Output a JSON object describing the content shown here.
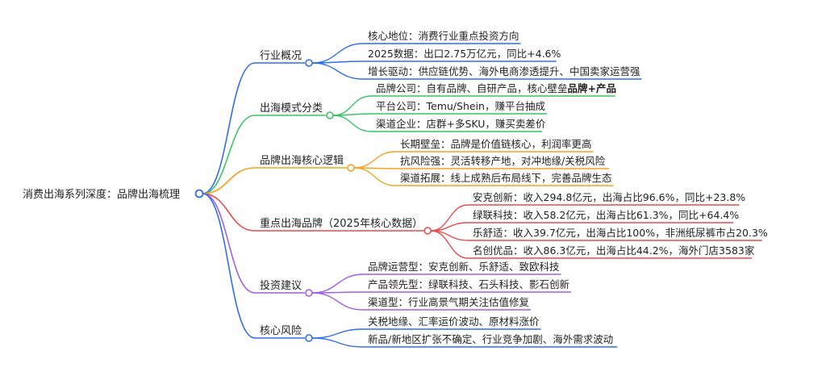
{
  "root": {
    "label": "消费出海系列深度：品牌出海梳理"
  },
  "branches": [
    {
      "id": "industry-overview",
      "label": "行业概况",
      "color": "#2f6fea",
      "leaves": [
        {
          "text": "核心地位：消费行业重点投资方向"
        },
        {
          "text": "2025数据：出口2.75万亿元，同比+4.6%"
        },
        {
          "text": "增长驱动：供应链优势、海外电商渗透提升、中国卖家运营强"
        }
      ]
    },
    {
      "id": "model-classification",
      "label": "出海模式分类",
      "color": "#3cc464",
      "leaves": [
        {
          "text": "品牌公司：自有品牌、自研产品，核心壁垒",
          "bold": "品牌+产品"
        },
        {
          "text": "平台公司：Temu/Shein，赚平台抽成"
        },
        {
          "text": "渠道企业：店群+多SKU，赚买卖差价"
        }
      ]
    },
    {
      "id": "core-logic",
      "label": "品牌出海核心逻辑",
      "color": "#f4a21d",
      "leaves": [
        {
          "text": "长期壁垒：品牌是价值链核心，利润率更高"
        },
        {
          "text": "抗风险强：灵活转移产地，对冲地缘/关税风险"
        },
        {
          "text": "渠道拓展：线上成熟后布局线下，完善品牌生态"
        }
      ]
    },
    {
      "id": "key-brands",
      "label": "重点出海品牌（2025年核心数据）",
      "color": "#e84c4c",
      "leaves": [
        {
          "text": "安克创新：收入294.8亿元，出海占比96.6%，同比+23.8%"
        },
        {
          "text": "绿联科技：收入58.2亿元，出海占比61.3%，同比+64.4%"
        },
        {
          "text": "乐舒适：收入39.7亿元，出海占比100%，非洲纸尿裤市占20.3%"
        },
        {
          "text": "名创优品：收入86.3亿元，出海占比44.2%，海外门店3583家"
        }
      ]
    },
    {
      "id": "investment-advice",
      "label": "投资建议",
      "color": "#a45ee6",
      "leaves": [
        {
          "text": "品牌运营型：安克创新、乐舒适、致欧科技"
        },
        {
          "text": "产品领先型：绿联科技、石头科技、影石创新"
        },
        {
          "text": "渠道型：行业高景气期关注估值修复"
        }
      ]
    },
    {
      "id": "core-risks",
      "label": "核心风险",
      "color": "#2f6fea",
      "leaves": [
        {
          "text": "关税地缘、汇率运价波动、原材料涨价"
        },
        {
          "text": "新品/新地区扩张不确定、行业竞争加剧、海外需求波动"
        }
      ]
    }
  ]
}
